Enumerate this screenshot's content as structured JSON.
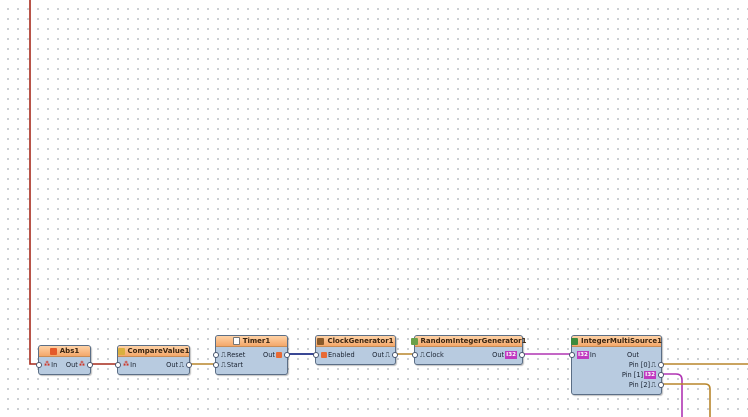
{
  "components": {
    "abs": {
      "title": "Abs1",
      "pins": {
        "in": "In",
        "out": "Out"
      },
      "icon": "abs-icon"
    },
    "compare": {
      "title": "CompareValue1",
      "pins": {
        "in": "In",
        "out": "Out"
      },
      "icon": "compare-icon"
    },
    "timer": {
      "title": "Timer1",
      "pins": {
        "reset": "Reset",
        "start": "Start",
        "out": "Out"
      },
      "icon": "timer-icon"
    },
    "clock": {
      "title": "ClockGenerator1",
      "pins": {
        "enabled": "Enabled",
        "out": "Out"
      },
      "icon": "clock-generator-icon"
    },
    "random": {
      "title": "RandomIntegerGenerator1",
      "pins": {
        "clock": "Clock",
        "out": "Out"
      },
      "icon": "random-generator-icon"
    },
    "multisource": {
      "title": "IntegerMultiSource1",
      "pins": {
        "in": "In",
        "out": "Out",
        "pin0": "Pin [0]",
        "pin1": "Pin [1]",
        "pin2": "Pin [2]"
      },
      "icon": "multisource-icon"
    }
  },
  "pin_types": {
    "analog": "⁂",
    "integer": "I32",
    "clock": "⎍"
  },
  "colors": {
    "wire_analog": "#a62a1c",
    "wire_digital": "#b8862c",
    "wire_clock_bus": "#1e2e86",
    "wire_integer": "#b035b4",
    "component_body": "#b8cbe0",
    "component_title": "#f4a86a"
  }
}
